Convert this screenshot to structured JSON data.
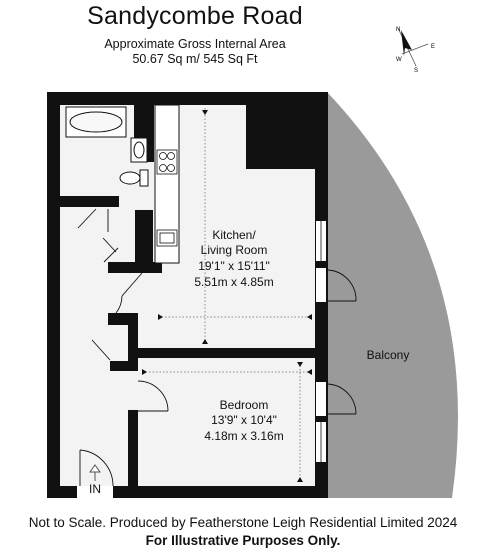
{
  "header": {
    "title": "Sandycombe Road",
    "area_label": "Approximate Gross Internal Area",
    "area_value": "50.67 Sq m/ 545 Sq Ft"
  },
  "compass": {
    "north": "N",
    "east": "E",
    "south": "S",
    "west": "W"
  },
  "rooms": {
    "kitchen_living": {
      "name_line1": "Kitchen/",
      "name_line2": "Living Room",
      "imperial": "19'1\" x 15'11\"",
      "metric": "5.51m x 4.85m"
    },
    "bedroom": {
      "name": "Bedroom",
      "imperial": "13'9\" x 10'4\"",
      "metric": "4.18m x 3.16m"
    },
    "balcony": {
      "name": "Balcony"
    }
  },
  "entrance": {
    "label": "IN"
  },
  "footer": {
    "disclaimer": "Not to Scale. Produced by Featherstone Leigh Residential Limited 2024",
    "notice": "For Illustrative Purposes Only."
  },
  "colors": {
    "wall": "#111111",
    "floor": "#f3f3f3",
    "balcony": "#9a9a9a"
  }
}
